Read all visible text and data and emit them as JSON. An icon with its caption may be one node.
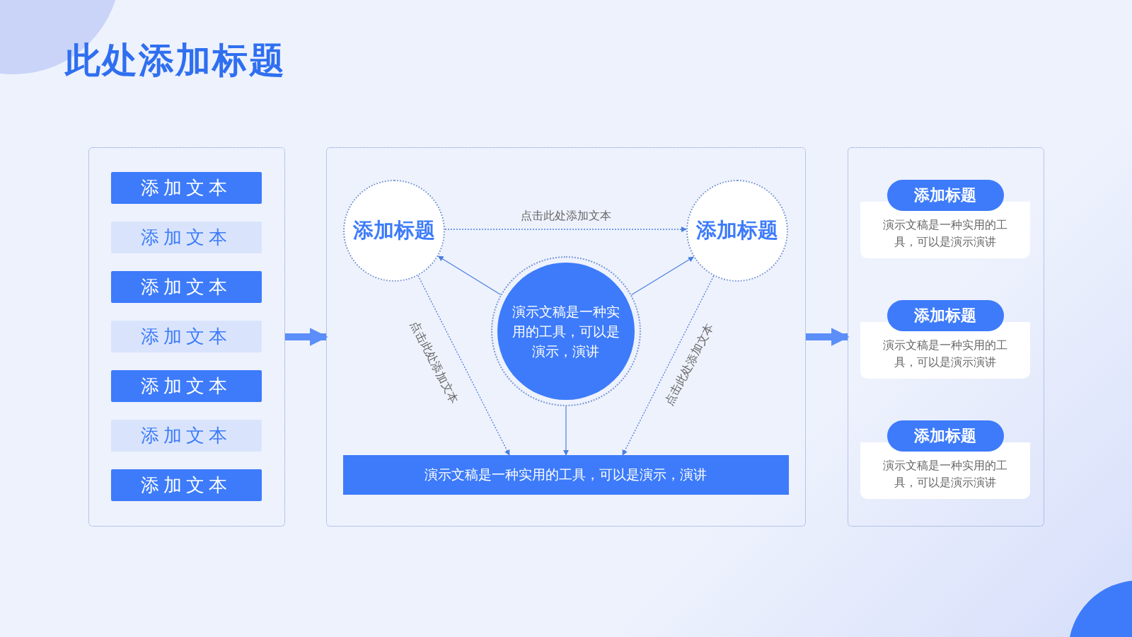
{
  "diagram": {
    "title": "此处添加标题",
    "nodes": [
      {
        "text": [],
        "shape": "box"
      },
      {
        "text": [
          "添加文本"
        ],
        "in": 0
      },
      {
        "text": [
          "添加文本"
        ],
        "in": 0
      },
      {
        "text": [
          "添加文本"
        ],
        "in": 0
      },
      {
        "text": [
          "添加文本"
        ],
        "in": 0
      },
      {
        "text": [
          "添加文本"
        ],
        "in": 0
      },
      {
        "text": [
          "添加文本"
        ],
        "in": 0
      },
      {
        "text": [
          "添加文本"
        ],
        "in": 0
      },
      {
        "text": [],
        "shape": "box"
      },
      {
        "text": [
          "添加标题"
        ],
        "in": 8
      },
      {
        "text": [
          "添加标题"
        ],
        "in": 8
      },
      {
        "text": [
          "演示文稿是一种实用的工具，可以是演示，演讲"
        ],
        "in": 8
      },
      {
        "text": [
          "演示文稿是一种实用的工具，可以是演示，演讲"
        ],
        "in": 8
      },
      {
        "text": [],
        "shape": "box"
      },
      {
        "text": [
          "添加标题",
          "演示文稿是一种实用的工具，可以是演示演讲"
        ],
        "in": 13
      },
      {
        "text": [
          "添加标题",
          "演示文稿是一种实用的工具，可以是演示演讲"
        ],
        "in": 13
      },
      {
        "text": [
          "添加标题",
          "演示文稿是一种实用的工具，可以是演示演讲"
        ],
        "in": 13
      }
    ],
    "edges": [
      {
        "from": 0,
        "to": 8,
        "arrow": "to",
        "style": "thick",
        "color": "#5b8ef8"
      },
      {
        "from": 8,
        "to": 13,
        "arrow": "to",
        "style": "thick",
        "color": "#5b8ef8"
      },
      {
        "from": 9,
        "to": 10,
        "arrow": "to",
        "label": "点击此处添加文本",
        "style": "dashed"
      },
      {
        "from": 11,
        "to": 9,
        "arrow": "to"
      },
      {
        "from": 11,
        "to": 10,
        "arrow": "to"
      },
      {
        "from": 9,
        "to": 12,
        "arrow": "to",
        "label": "点击此处添加文本",
        "style": "dashed"
      },
      {
        "from": 11,
        "to": 12,
        "arrow": "to"
      },
      {
        "from": 10,
        "to": 12,
        "arrow": "to",
        "label": "点击此处添加文本",
        "style": "dashed"
      }
    ]
  }
}
